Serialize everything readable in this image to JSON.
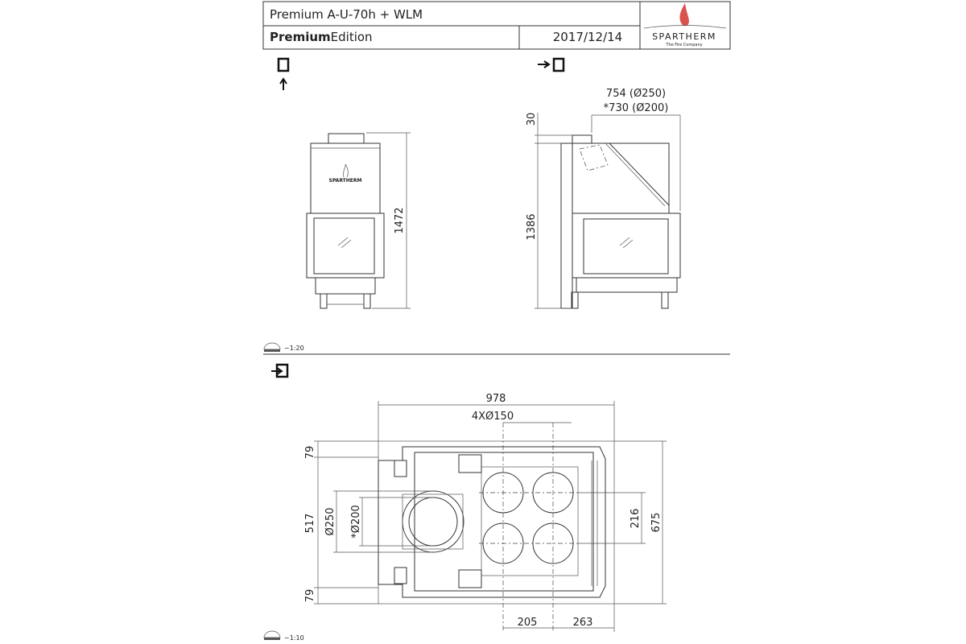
{
  "header": {
    "title": "Premium A-U-70h + WLM",
    "edition_bold": "Premium",
    "edition_rest": "Edition",
    "date": "2017/12/14",
    "logo": {
      "brand": "SPARTHERM",
      "tagline": "The Fire Company",
      "flame_color": "#d9534f"
    }
  },
  "views": {
    "front_icon": "front-view-icon",
    "side_icon": "side-view-icon",
    "top_icon": "top-view-icon",
    "front_logo": "SPARTHERM",
    "scale_top": "~1:20",
    "scale_bottom": "~1:10"
  },
  "dims": {
    "front_height": "1472",
    "side_width_1": "754 (Ø250)",
    "side_width_2": "*730 (Ø200)",
    "side_top": "30",
    "side_height": "1386",
    "plan_width": "978",
    "plan_holes": "4XØ150",
    "plan_left_top": "79",
    "plan_left_mid": "517",
    "plan_left_bottom": "79",
    "plan_d250": "Ø250",
    "plan_d200": "*Ø200",
    "plan_216": "216",
    "plan_675": "675",
    "plan_205": "205",
    "plan_263": "263"
  }
}
